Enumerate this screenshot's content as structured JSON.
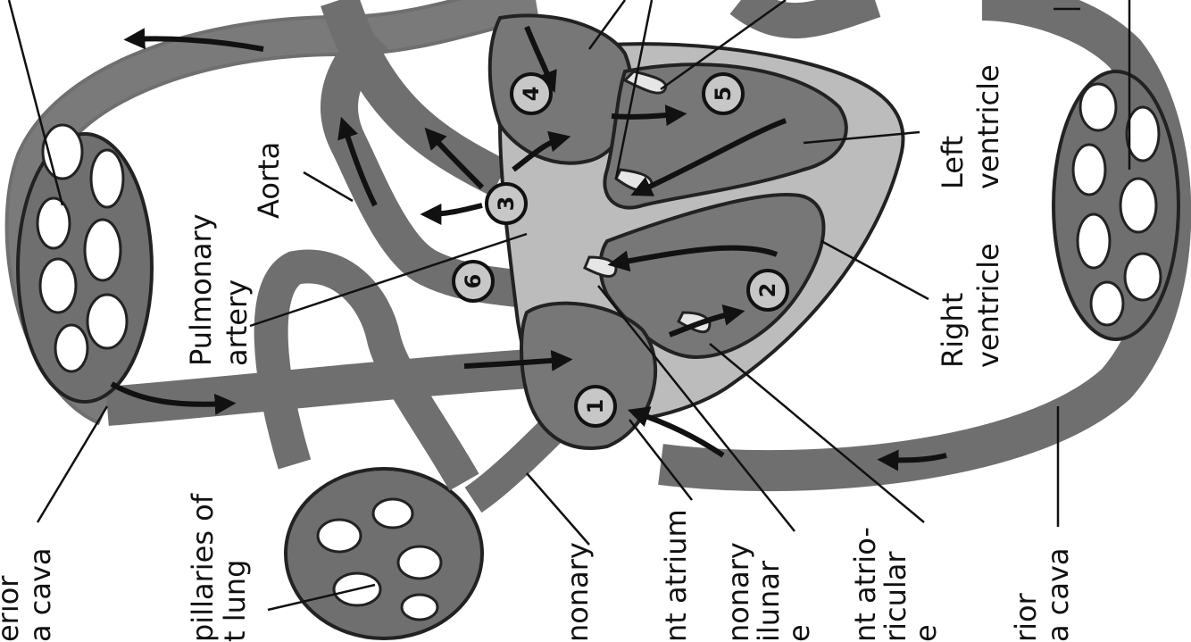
{
  "colors": {
    "background": "#ffffff",
    "vessel": "#6f6f6f",
    "vessel_outline": "#222222",
    "chamber": "#777777",
    "heart_tissue": "#bcbcbc",
    "valve": "#e6e6e6",
    "node_fill": "#c7c7c7",
    "arrow": "#111111",
    "text": "#111111"
  },
  "labels": {
    "aorta": "Aorta",
    "pulmonary_artery": [
      "Pulmonary",
      "artery"
    ],
    "left_ventricle": [
      "Left",
      "ventricle"
    ],
    "right_ventricle": [
      "Right",
      "ventricle"
    ],
    "superior_vena_cava": [
      "erior",
      "a cava"
    ],
    "capillaries_right_lung": [
      "pillaries of",
      "t lung"
    ],
    "pulmonary_vein": [
      "nonary"
    ],
    "right_atrium": [
      "nt atrium"
    ],
    "pulmonary_semilunar_valve": [
      "nonary",
      "ilunar",
      "e"
    ],
    "right_av_valve": [
      "nt atrio-",
      "ricular",
      "e"
    ],
    "inferior_vena_cava": [
      "rior",
      "a cava"
    ]
  },
  "nodes": [
    "1",
    "2",
    "3",
    "4",
    "5",
    "6"
  ]
}
